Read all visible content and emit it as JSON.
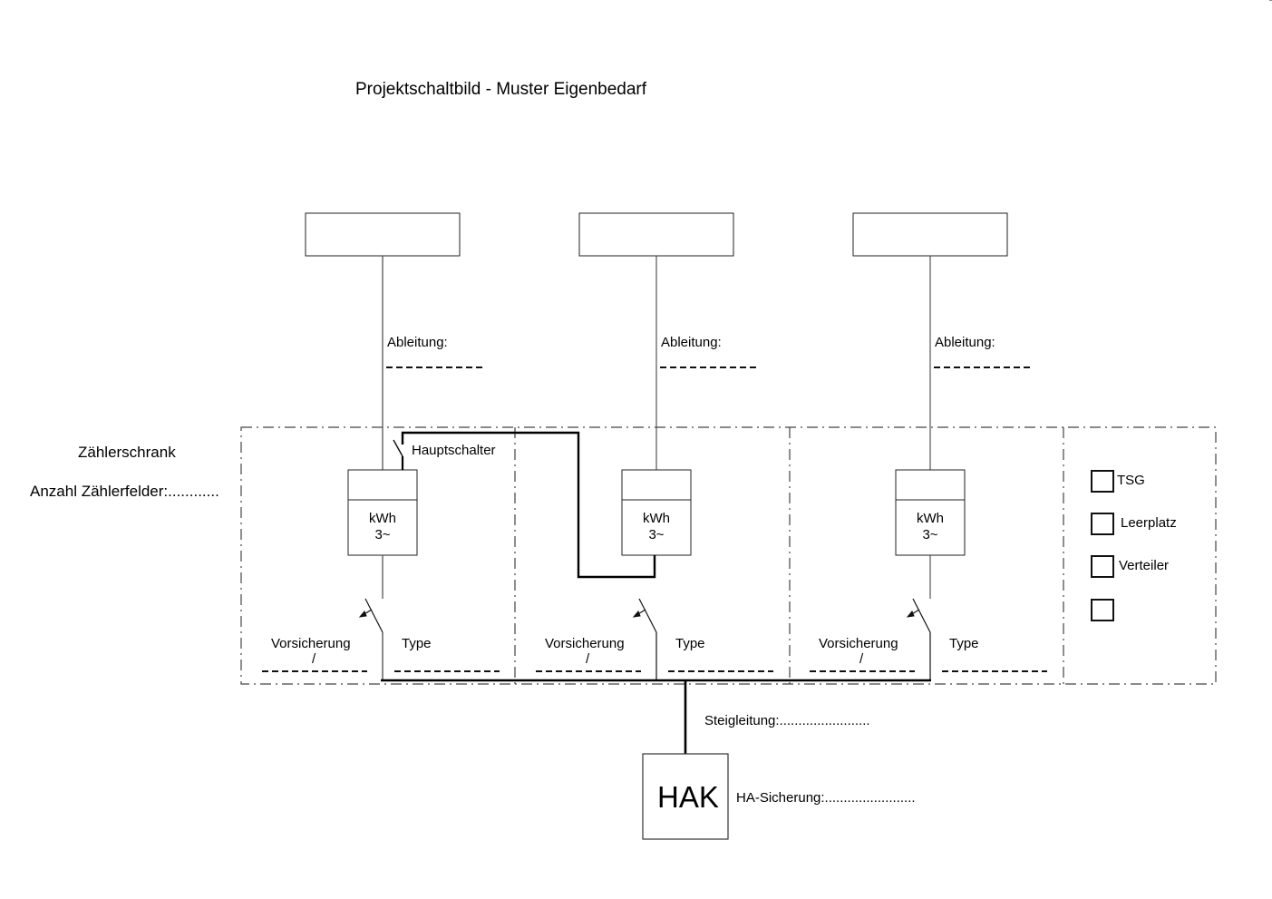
{
  "title": "Projektschaltbild - Muster Eigenbedarf",
  "left_labels": {
    "cabinet": "Zählerschrank",
    "field_count": "Anzahl Zählerfelder:............"
  },
  "feeders": [
    {
      "derivation_label": "Ableitung:",
      "meter_unit": "kWh",
      "meter_phase": "3~",
      "prefuse_label": "Vorsicherung",
      "prefuse_sep": "/",
      "type_label": "Type"
    },
    {
      "derivation_label": "Ableitung:",
      "meter_unit": "kWh",
      "meter_phase": "3~",
      "prefuse_label": "Vorsicherung",
      "prefuse_sep": "/",
      "type_label": "Type"
    },
    {
      "derivation_label": "Ableitung:",
      "meter_unit": "kWh",
      "meter_phase": "3~",
      "prefuse_label": "Vorsicherung",
      "prefuse_sep": "/",
      "type_label": "Type"
    }
  ],
  "main_switch_label": "Hauptschalter",
  "options": [
    {
      "label": "TSG",
      "checked": false
    },
    {
      "label": "Leerplatz",
      "checked": false
    },
    {
      "label": "Verteiler",
      "checked": false
    },
    {
      "label": "",
      "checked": false
    }
  ],
  "riser_label": "Steigleitung:........................",
  "hak_label": "HAK",
  "ha_fuse_label": "HA-Sicherung:........................"
}
